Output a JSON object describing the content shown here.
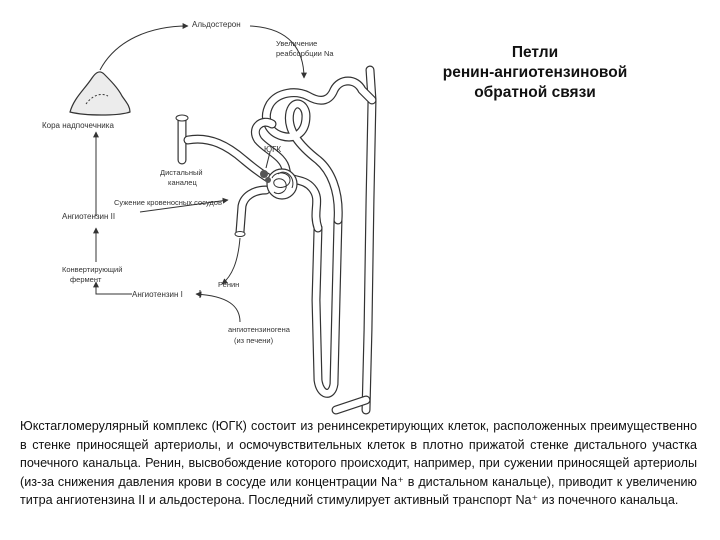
{
  "title": {
    "line1": "Петли",
    "line2": "ренин-ангиотензиновой",
    "line3": "обратной связи"
  },
  "labels": {
    "aldosterone": "Альдостерон",
    "reabsorption_1": "Увеличение",
    "reabsorption_2": "реабсорбции Na",
    "adrenal_cortex": "Кора надпочечника",
    "jga": "ЮГК",
    "distal_1": "Дистальный",
    "distal_2": "каналец",
    "vasoconstriction": "Сужение кровеносных сосудов",
    "angiotensin2": "Ангиотензин II",
    "converting_1": "Конвертирующий",
    "converting_2": "фермент",
    "angiotensin1": "Ангиотензин I",
    "renin": "Ренин",
    "angiotensinogen_1": "ангиотензиногена",
    "angiotensinogen_2": "(из печени)"
  },
  "caption": "Юкстагломерулярный комплекс (ЮГК) состоит из ренинсекретирующих клеток, расположенных преимущественно в стенке приносящей артериолы, и осмочувствительных клеток в плотно прижатой стенке дистального участка почечного канальца. Ренин, высвобождение которого происходит, например, при сужении приносящей артериолы (из-за снижения давления крови в сосуде или концентрации Na⁺ в дистальном канальце), приводит к увеличению титра ангиотензина II и альдостерона. Последний стимулирует активный транспорт Na⁺ из почечного канальца."
}
